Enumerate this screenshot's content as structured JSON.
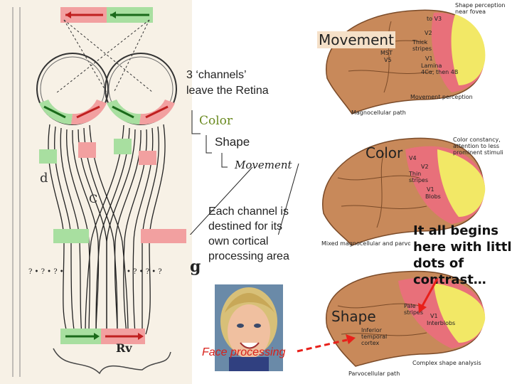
{
  "labels": {
    "movement_big": "Movement",
    "color_big": "Color",
    "shape_big": "Shape",
    "three_channels": "3 ‘channels’",
    "leave_retina": "leave the Retina",
    "color_label": "Color",
    "shape_label": "Shape",
    "movement_label": "Movement",
    "each_channel": [
      "Each channel is",
      "destined for its",
      "own cortical",
      "processing area"
    ],
    "begins": [
      "It all begins",
      "here with little",
      "dots of",
      "contrast…"
    ],
    "face_processing": "Face processing"
  },
  "retina_diagram": {
    "letters": {
      "d": "d",
      "c": "C",
      "g": "g",
      "rv": "Rv"
    }
  },
  "brain_top": {
    "note": [
      "Shape perception",
      "near fovea"
    ],
    "to_v3": "to V3",
    "v2": "V2",
    "thick_stripes": [
      "Thick",
      "stripes"
    ],
    "v1": "V1",
    "lamina": [
      "Lamina",
      "4Cα, then 4B"
    ],
    "mst": "MST",
    "v5": "V5",
    "perception": "Movement perception",
    "path": "Magnocellular path"
  },
  "brain_mid": {
    "note": [
      "Color constancy,",
      "attention to less",
      "prominent stimuli"
    ],
    "v4": "V4",
    "v2": "V2",
    "thin_stripes": [
      "Thin",
      "stripes"
    ],
    "v1": "V1",
    "blobs": "Blobs",
    "path": "Mixed magnocellular and parvocellular path"
  },
  "brain_bot": {
    "pale_stripes": [
      "Pale",
      "stripes"
    ],
    "v1": "V1",
    "interblobs": "Interblobs",
    "inferior": [
      "Inferior",
      "temporal",
      "cortex"
    ],
    "analysis": "Complex shape analysis",
    "path": "Parvocellular path"
  },
  "colors": {
    "brain_fill": "#c8895a",
    "brain_stroke": "#7a4a28",
    "visual_yellow": "#f2e866",
    "visual_pink": "#e8707a",
    "arrow_red": "#e8201a",
    "highlight_pink": "#f2a0a0",
    "highlight_green": "#a8dfa0",
    "nerve_green": "#2a7a2a"
  }
}
